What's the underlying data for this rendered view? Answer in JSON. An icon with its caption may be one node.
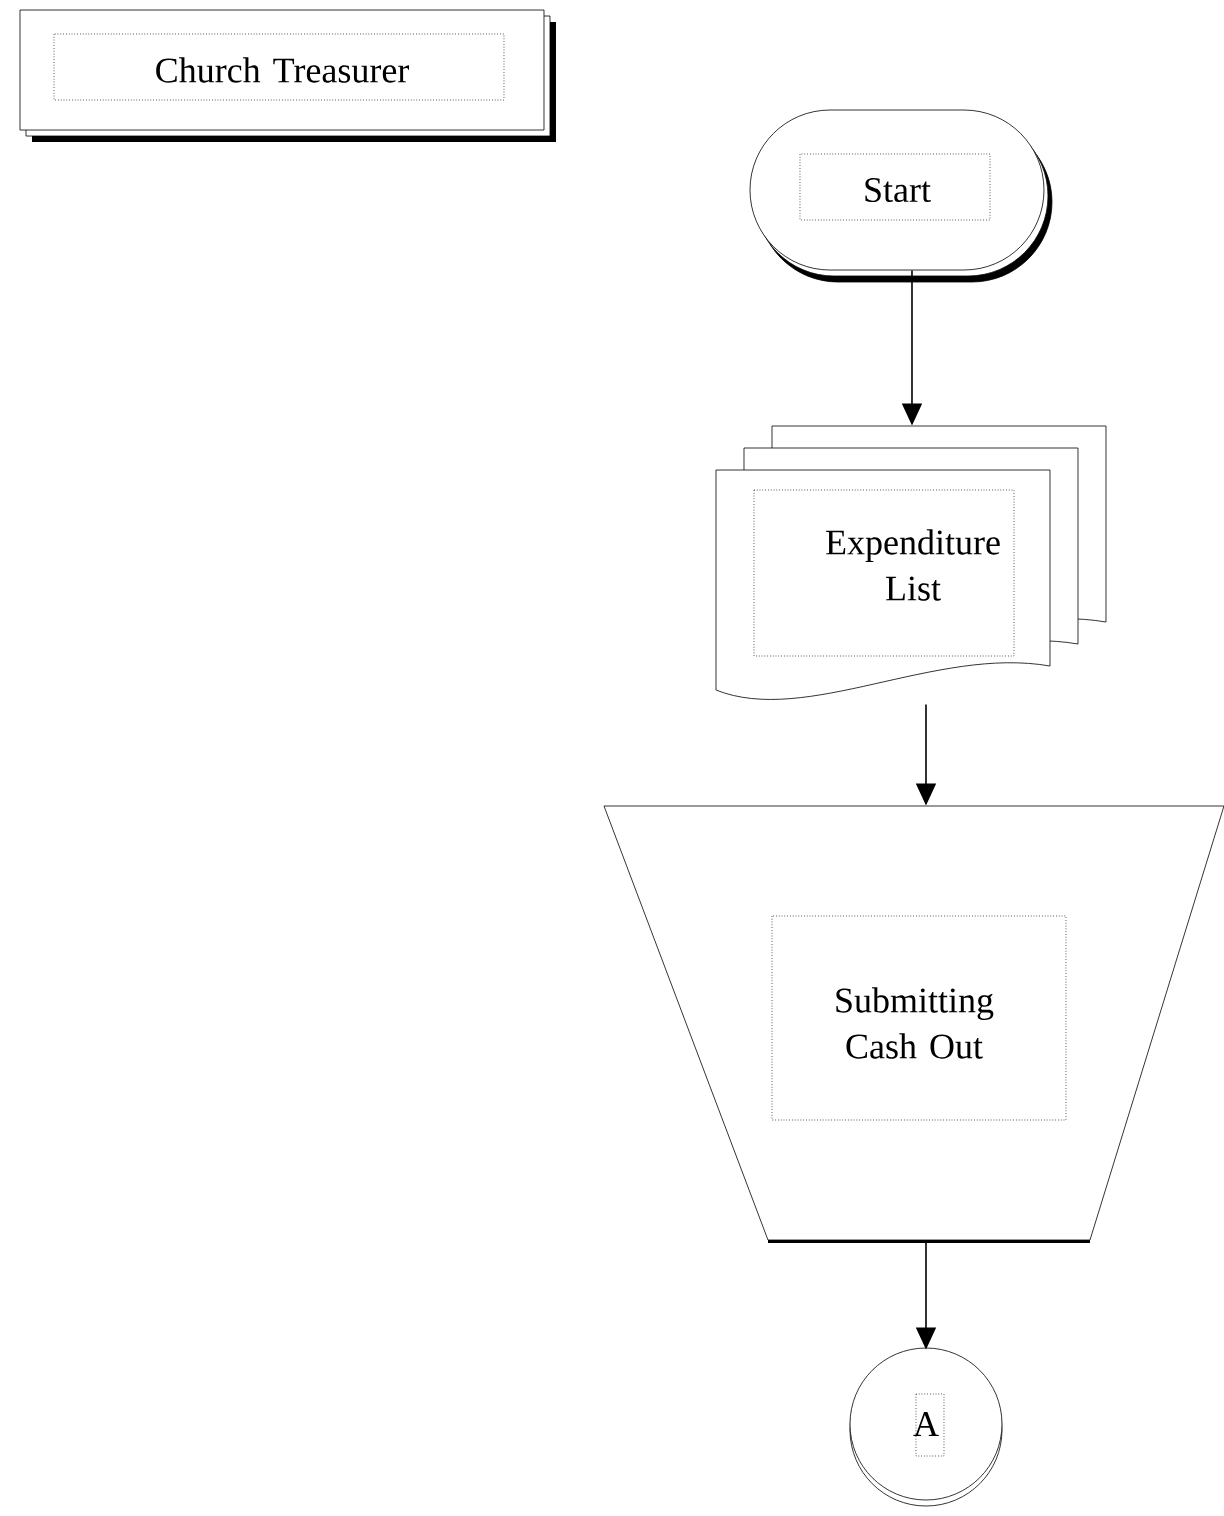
{
  "diagram": {
    "nodes": [
      {
        "text": [
          "Church Treasurer"
        ]
      },
      {
        "text": [
          "Start"
        ]
      },
      {
        "text": [
          "Expenditure List"
        ]
      },
      {
        "text": [
          "Submitting Cash Out"
        ]
      },
      {
        "text": [
          "A"
        ]
      }
    ],
    "edges": [
      {
        "from": 1,
        "to": 2,
        "arrow": "to"
      },
      {
        "from": 2,
        "to": 3,
        "arrow": "to"
      },
      {
        "from": 3,
        "to": 4,
        "arrow": "to"
      }
    ]
  }
}
